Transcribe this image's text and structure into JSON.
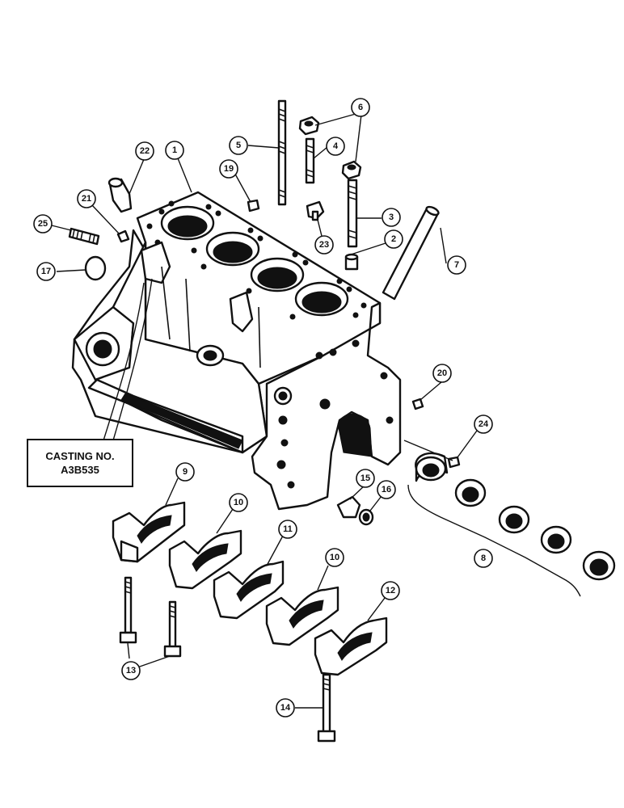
{
  "casting_label": {
    "line1": "CASTING NO.",
    "line2": "A3B535"
  },
  "callouts": [
    {
      "id": "1",
      "label": "1"
    },
    {
      "id": "2",
      "label": "2"
    },
    {
      "id": "3",
      "label": "3"
    },
    {
      "id": "4",
      "label": "4"
    },
    {
      "id": "5",
      "label": "5"
    },
    {
      "id": "6",
      "label": "6"
    },
    {
      "id": "7",
      "label": "7"
    },
    {
      "id": "8",
      "label": "8"
    },
    {
      "id": "9",
      "label": "9"
    },
    {
      "id": "10a",
      "label": "10"
    },
    {
      "id": "10b",
      "label": "10"
    },
    {
      "id": "11",
      "label": "11"
    },
    {
      "id": "12",
      "label": "12"
    },
    {
      "id": "13",
      "label": "13"
    },
    {
      "id": "14",
      "label": "14"
    },
    {
      "id": "15",
      "label": "15"
    },
    {
      "id": "16",
      "label": "16"
    },
    {
      "id": "17",
      "label": "17"
    },
    {
      "id": "19",
      "label": "19"
    },
    {
      "id": "20",
      "label": "20"
    },
    {
      "id": "21",
      "label": "21"
    },
    {
      "id": "22",
      "label": "22"
    },
    {
      "id": "23",
      "label": "23"
    },
    {
      "id": "24",
      "label": "24"
    },
    {
      "id": "25",
      "label": "25"
    }
  ]
}
